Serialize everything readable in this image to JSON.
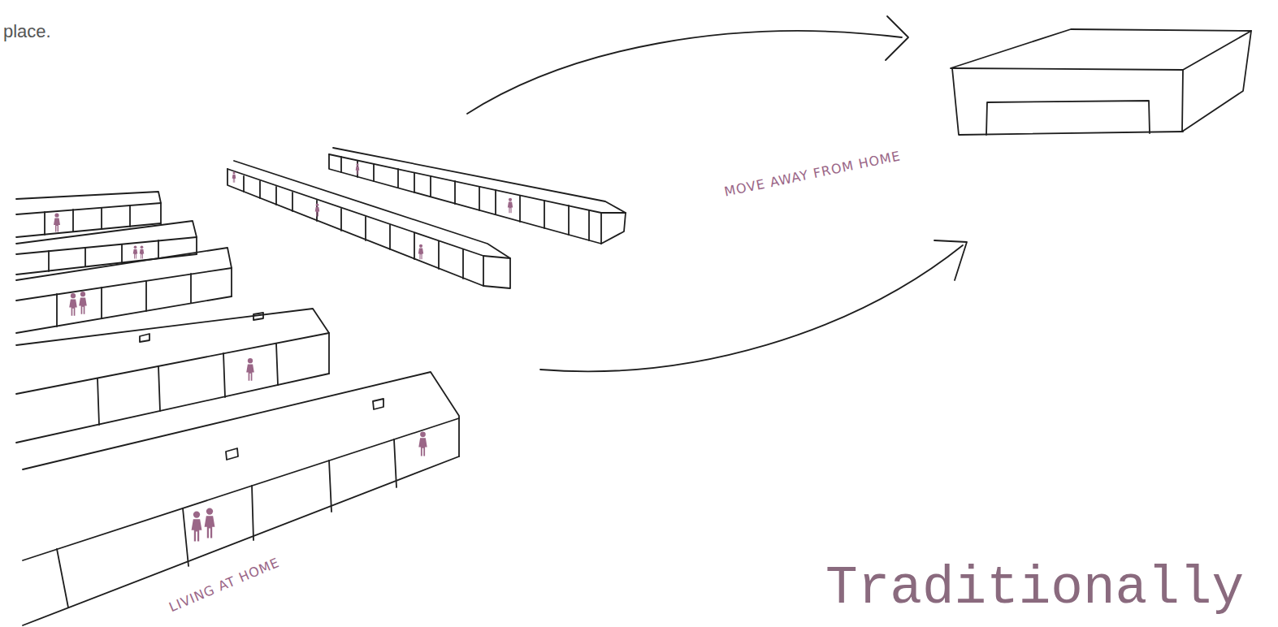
{
  "diagram": {
    "title": "Traditionally",
    "labels": [
      "place.",
      "MOVE AWAY FROM HOME",
      "LIVING AT HOME"
    ]
  }
}
